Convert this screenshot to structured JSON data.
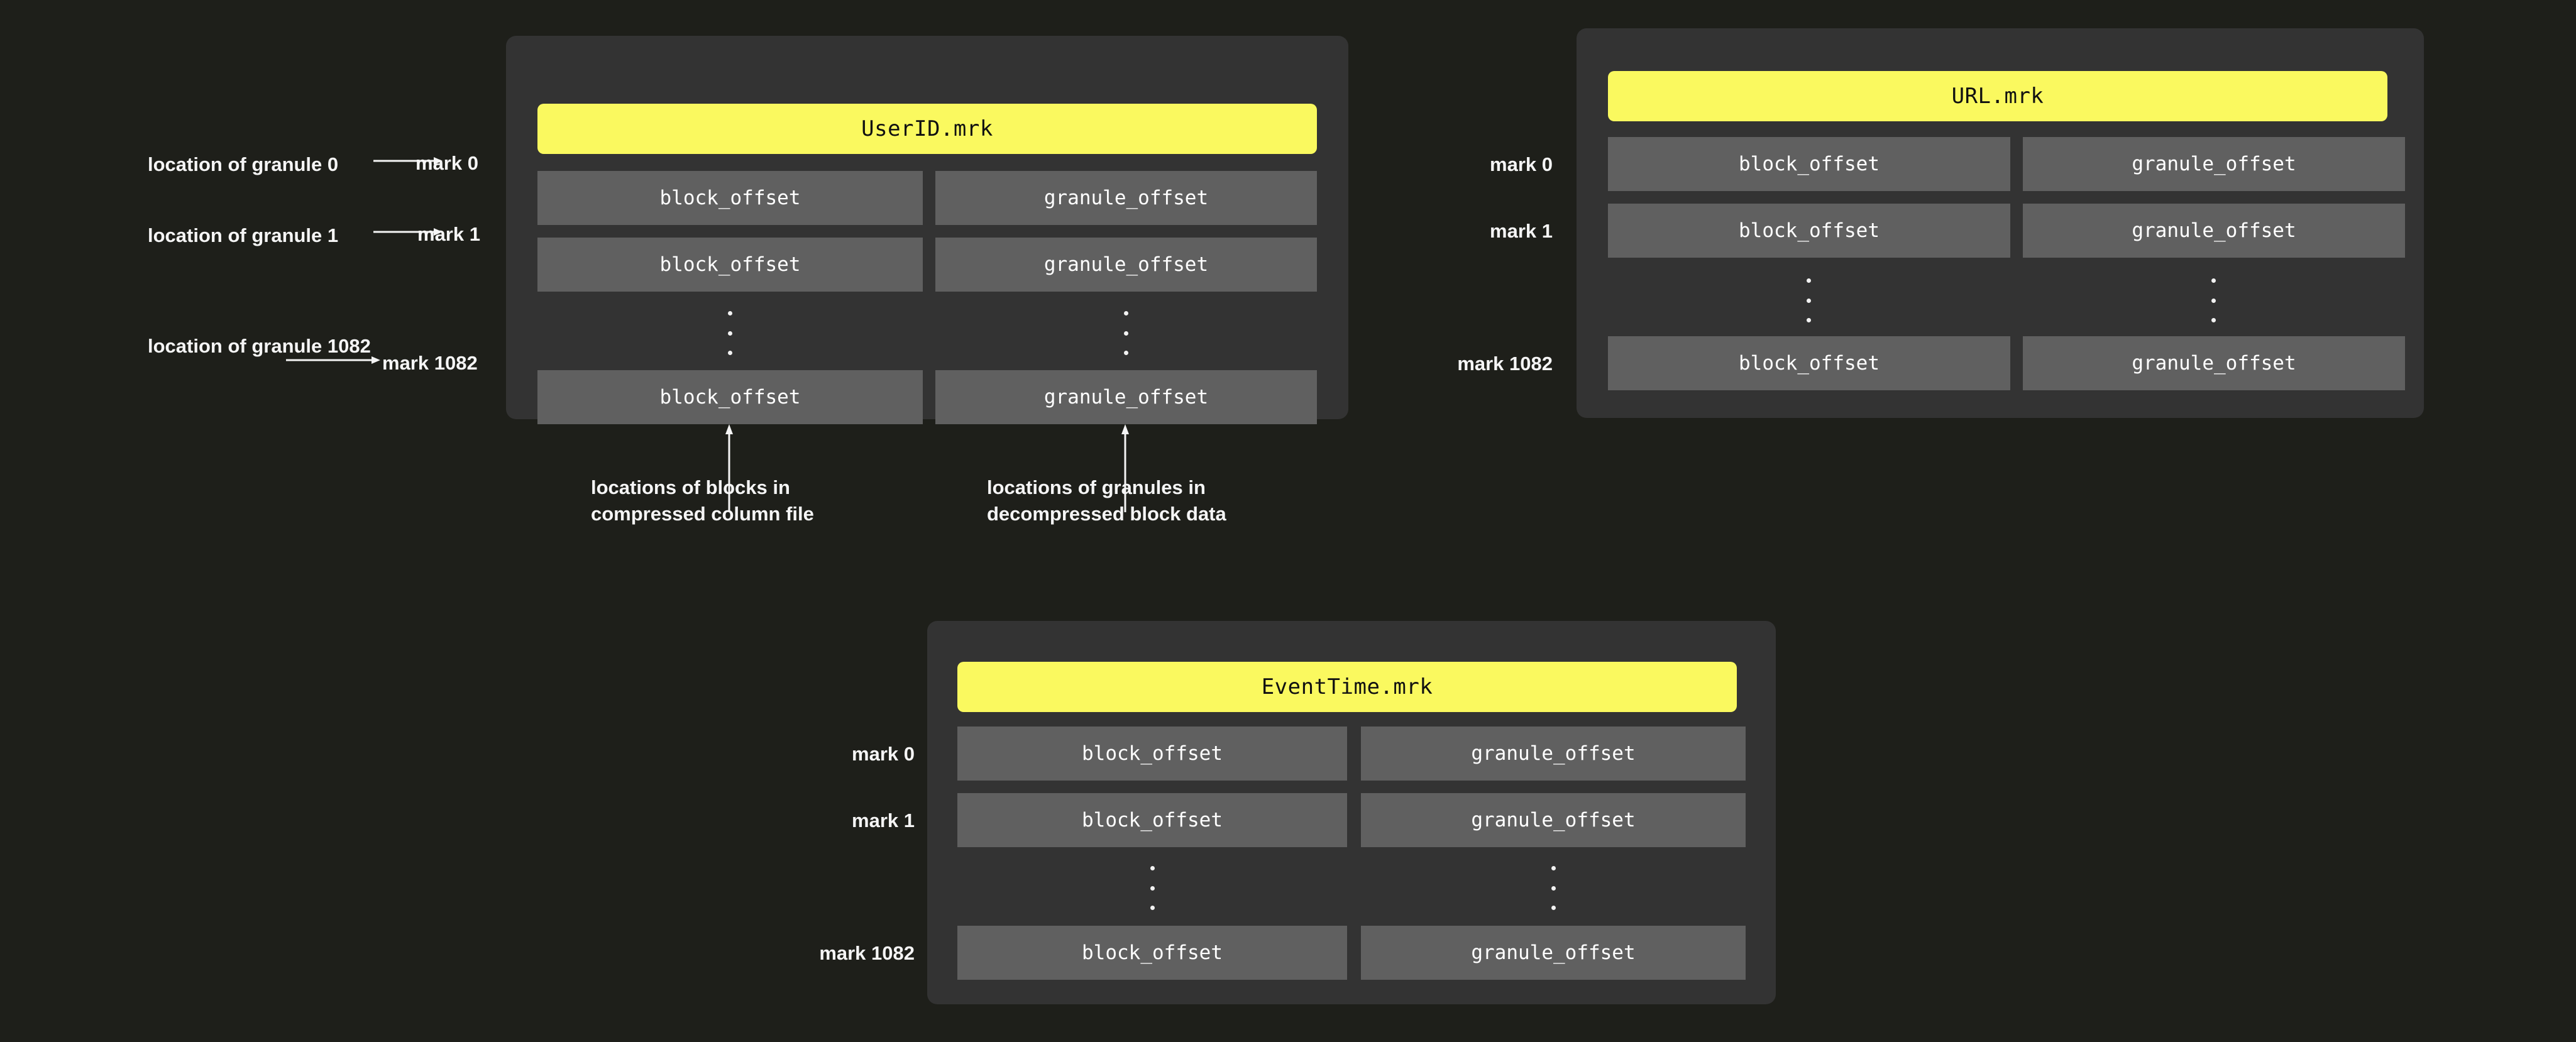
{
  "background_color": "#1e1f1a",
  "panel_color": "#333333",
  "cell_color": "#606060",
  "accent_color": "#faf95f",
  "text_color": "#f5f5f5",
  "column_headers": {
    "block_offset": "block_offset",
    "granule_offset": "granule_offset"
  },
  "ellipsis_glyph": "⋮",
  "panels": [
    {
      "id": "userid",
      "title": "UserID.mrk",
      "rows": [
        {
          "mark": "mark 0",
          "block_offset": "block_offset",
          "granule_offset": "granule_offset"
        },
        {
          "mark": "mark 1",
          "block_offset": "block_offset",
          "granule_offset": "granule_offset"
        },
        {
          "mark": "mark 1082",
          "block_offset": "block_offset",
          "granule_offset": "granule_offset"
        }
      ]
    },
    {
      "id": "url",
      "title": "URL.mrk",
      "rows": [
        {
          "mark": "mark 0",
          "block_offset": "block_offset",
          "granule_offset": "granule_offset"
        },
        {
          "mark": "mark 1",
          "block_offset": "block_offset",
          "granule_offset": "granule_offset"
        },
        {
          "mark": "mark 1082",
          "block_offset": "block_offset",
          "granule_offset": "granule_offset"
        }
      ]
    },
    {
      "id": "eventtime",
      "title": "EventTime.mrk",
      "rows": [
        {
          "mark": "mark 0",
          "block_offset": "block_offset",
          "granule_offset": "granule_offset"
        },
        {
          "mark": "mark 1",
          "block_offset": "block_offset",
          "granule_offset": "granule_offset"
        },
        {
          "mark": "mark 1082",
          "block_offset": "block_offset",
          "granule_offset": "granule_offset"
        }
      ]
    }
  ],
  "granule_mappings": [
    {
      "source": "location of granule 0",
      "target": "mark 0"
    },
    {
      "source": "location of granule 1",
      "target": "mark 1"
    },
    {
      "source": "location of\ngranule 1082",
      "target": "mark 1082"
    }
  ],
  "annotations": [
    {
      "id": "block-note",
      "text": "locations of blocks in\ncompressed column file"
    },
    {
      "id": "granule-note",
      "text": "locations of granules in\ndecompressed block data"
    }
  ]
}
